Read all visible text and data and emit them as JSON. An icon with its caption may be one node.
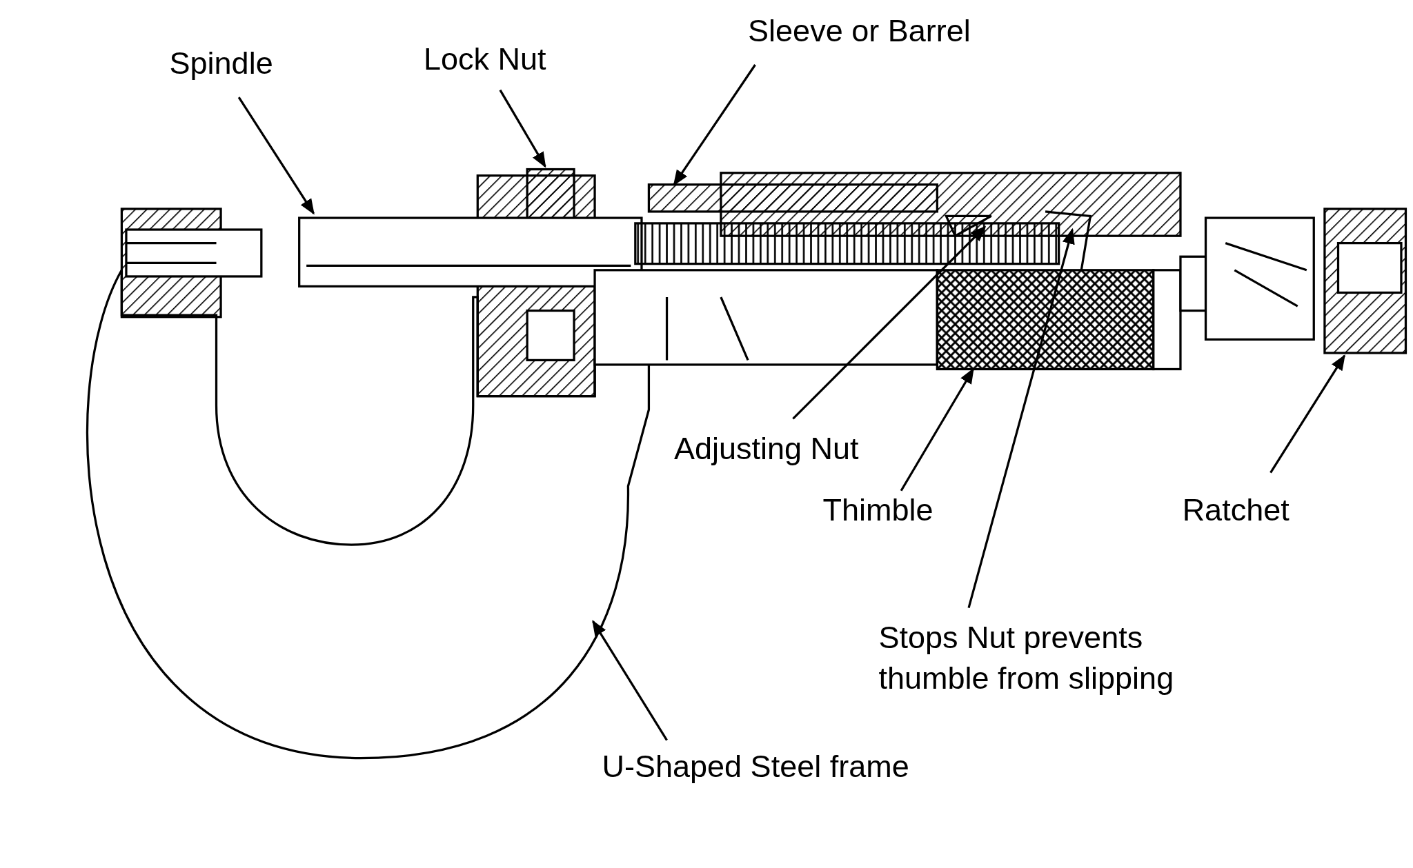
{
  "diagram": {
    "nodes": [
      {
        "text": [
          "Spindle"
        ]
      },
      {
        "text": [
          "Lock Nut"
        ]
      },
      {
        "text": [
          "Sleeve or Barrel"
        ]
      },
      {
        "text": [
          "Adjusting Nut"
        ]
      },
      {
        "text": [
          "Thimble"
        ]
      },
      {
        "text": [
          "Ratchet"
        ]
      },
      {
        "text": [
          "Stops Nut prevents thumble from slipping"
        ]
      },
      {
        "text": [
          "U-Shaped Steel frame"
        ]
      }
    ],
    "edges": [
      {
        "from": 0,
        "to": null,
        "arrow": "to"
      },
      {
        "from": 1,
        "to": null,
        "arrow": "to"
      },
      {
        "from": 2,
        "to": null,
        "arrow": "to"
      },
      {
        "from": 3,
        "to": null,
        "arrow": "to"
      },
      {
        "from": 4,
        "to": null,
        "arrow": "to"
      },
      {
        "from": 5,
        "to": null,
        "arrow": "to"
      },
      {
        "from": 6,
        "to": null,
        "arrow": "to"
      },
      {
        "from": 7,
        "to": null,
        "arrow": "to"
      }
    ]
  }
}
